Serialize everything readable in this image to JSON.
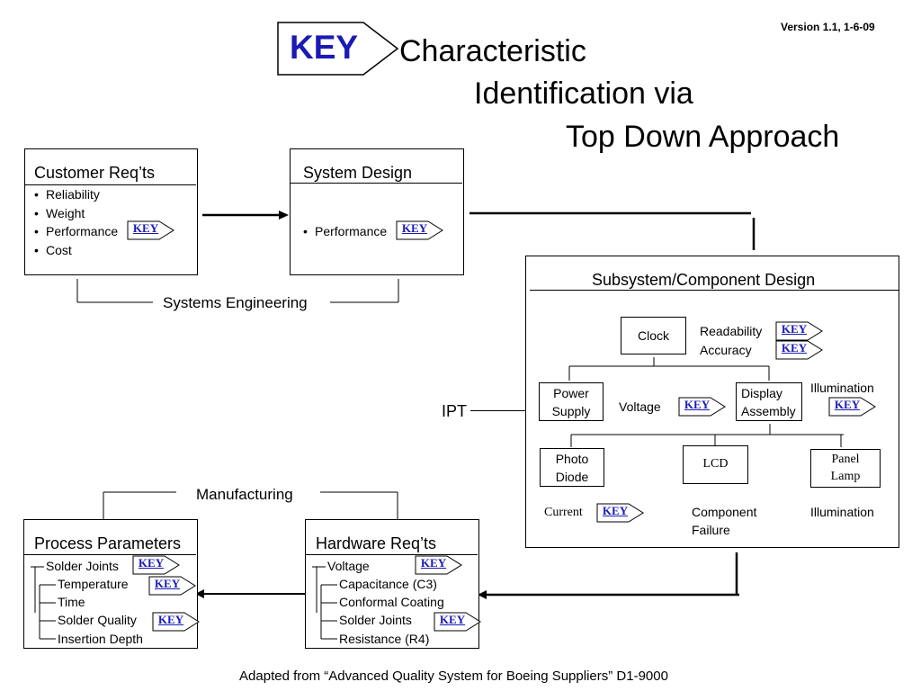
{
  "version": "Version 1.1, 1-6-09",
  "title_key": "KEY",
  "title": {
    "line1": "Characteristic",
    "line2": "Identification via",
    "line3": "Top Down Approach"
  },
  "key_label": "KEY",
  "customer": {
    "title": "Customer Req’ts",
    "items": [
      "Reliability",
      "Weight",
      "Performance",
      "Cost"
    ]
  },
  "system_design": {
    "title": "System Design",
    "item": "Performance"
  },
  "systems_engineering": "Systems Engineering",
  "subsystem": {
    "title": "Subsystem/Component Design",
    "clock": "Clock",
    "readability": "Readability",
    "accuracy": "Accuracy",
    "power_supply": [
      "Power",
      "Supply"
    ],
    "voltage": "Voltage",
    "display_assembly": [
      "Display",
      "Assembly"
    ],
    "illumination_top": "Illumination",
    "photo_diode": [
      "Photo",
      "Diode"
    ],
    "lcd": "LCD",
    "panel_lamp": [
      "Panel",
      "Lamp"
    ],
    "current": "Current",
    "component_failure": [
      "Component",
      "Failure"
    ],
    "illumination_bottom": "Illumination"
  },
  "ipt": "IPT",
  "manufacturing": "Manufacturing",
  "process": {
    "title": "Process Parameters",
    "root": "Solder Joints",
    "items": [
      "Temperature",
      "Time",
      "Solder Quality",
      "Insertion Depth"
    ]
  },
  "hardware": {
    "title": "Hardware Req’ts",
    "root": "Voltage",
    "items": [
      "Capacitance (C3)",
      "Conformal Coating",
      "Solder Joints",
      "Resistance (R4)"
    ]
  },
  "footer": "Adapted from “Advanced Quality System for Boeing Suppliers” D1-9000"
}
